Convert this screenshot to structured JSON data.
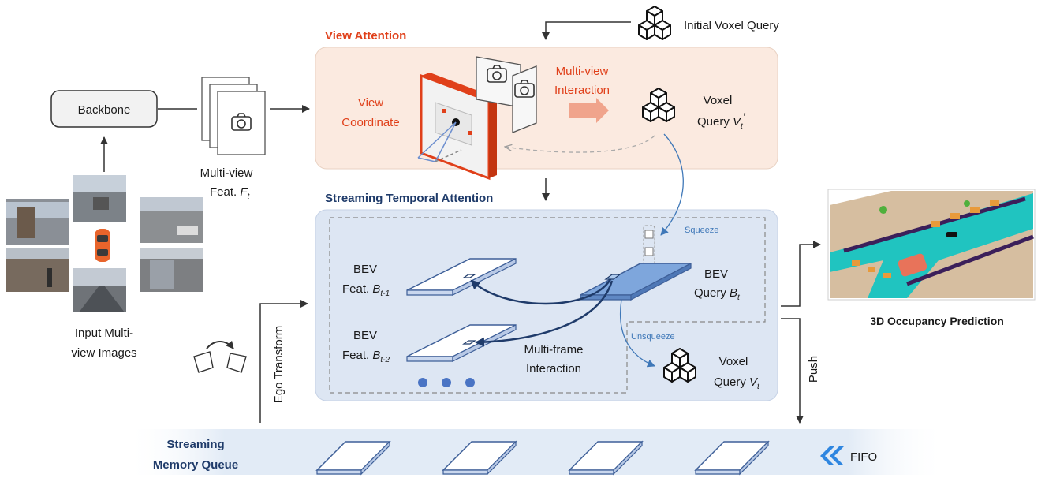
{
  "input": {
    "caption_line1": "Input Multi-",
    "caption_line2": "view Images"
  },
  "backbone": {
    "label": "Backbone"
  },
  "multiview_feat": {
    "line1": "Multi-view",
    "line2": "Feat.",
    "symbol": "F",
    "sub": "t"
  },
  "initial_voxel_query": {
    "label": "Initial Voxel Query"
  },
  "view_attention": {
    "title": "View Attention",
    "view_coord_line1": "View",
    "view_coord_line2": "Coordinate",
    "interaction_line1": "Multi-view",
    "interaction_line2": "Interaction",
    "voxel_line1": "Voxel",
    "voxel_line2": "Query",
    "voxel_symbol": "V",
    "voxel_sub": "t",
    "voxel_prime": "′"
  },
  "streaming_temporal_attention": {
    "title": "Streaming Temporal Attention",
    "squeeze": "Squeeze",
    "unsqueeze": "Unsqueeze",
    "bev_t1_line1": "BEV",
    "bev_t1_line2": "Feat.",
    "bev_t1_symbol": "B",
    "bev_t1_sub": "t-1",
    "bev_t2_line1": "BEV",
    "bev_t2_line2": "Feat.",
    "bev_t2_symbol": "B",
    "bev_t2_sub": "t-2",
    "bev_query_line1": "BEV",
    "bev_query_line2": "Query",
    "bev_query_symbol": "B",
    "bev_query_sub": "t",
    "multiframe_line1": "Multi-frame",
    "multiframe_line2": "Interaction",
    "voxel_line1": "Voxel",
    "voxel_line2": "Query",
    "voxel_symbol": "V",
    "voxel_sub": "t"
  },
  "ego_transform": {
    "label": "Ego Transform"
  },
  "push": {
    "label": "Push"
  },
  "occupancy": {
    "label": "3D Occupancy Prediction"
  },
  "memory_queue": {
    "line1": "Streaming",
    "line2": "Memory Queue",
    "fifo": "FIFO",
    "slot_count": 4
  },
  "colors": {
    "view_bg": "#fbeae0",
    "temporal_bg": "#dde6f3",
    "accent_red": "#e0401a",
    "navy": "#1f3b6a",
    "plane_blue": "#7ea6dc",
    "fifo_blue": "#2f86e0"
  },
  "icons": [
    "camera-icon",
    "voxel-cube-icon",
    "car-icon",
    "fifo-chevron-icon",
    "rotate-arrow-icon"
  ]
}
